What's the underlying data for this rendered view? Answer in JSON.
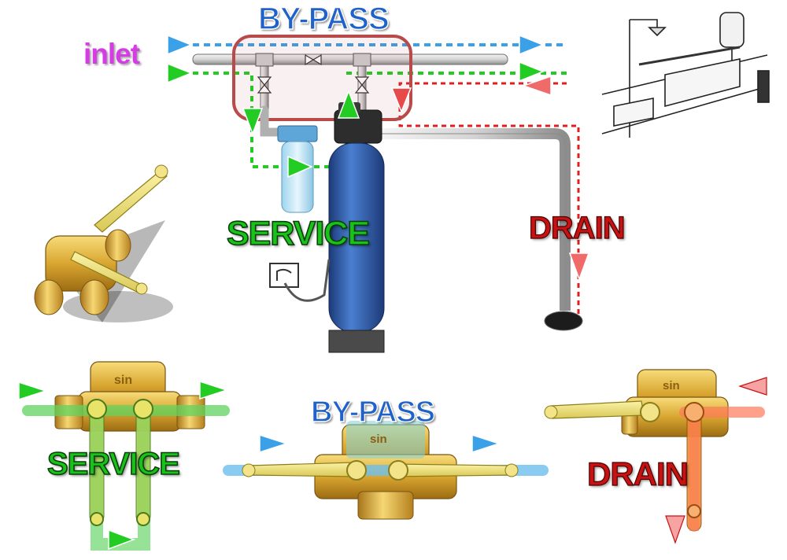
{
  "labels": {
    "bypass_top": "BY-PASS",
    "inlet": "inlet",
    "service_top": "SERVICE",
    "drain_top": "DRAIN",
    "service_bottom": "SERVICE",
    "bypass_bottom": "BY-PASS",
    "drain_bottom": "DRAIN"
  },
  "colors": {
    "bypass": "#3aa0e8",
    "service": "#22cc22",
    "drain": "#e02020",
    "inlet_text": "#d63ce6",
    "brass": "#e0b23a",
    "tank": "#2f58a8",
    "highlight_box": "#b84a4a"
  },
  "icons": [
    "faucet-illustration",
    "ball-valve-3d",
    "water-heater",
    "wall-socket"
  ]
}
